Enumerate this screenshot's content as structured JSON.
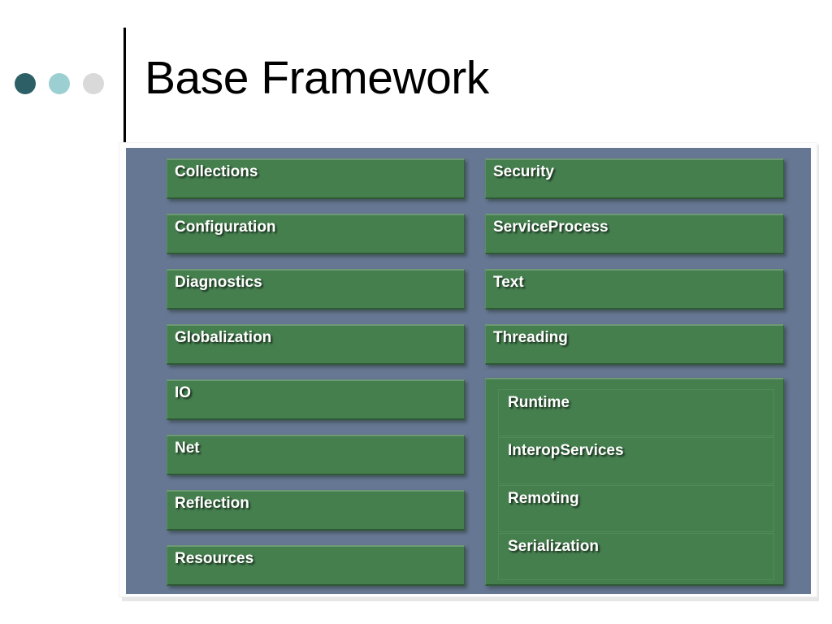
{
  "slide": {
    "title": "Base Framework",
    "background_color": "#ffffff"
  },
  "header": {
    "dots": [
      {
        "name": "dot-dark-teal",
        "color": "#2d6066"
      },
      {
        "name": "dot-light-teal",
        "color": "#9ccfd2"
      },
      {
        "name": "dot-gray",
        "color": "#d9d9d9"
      }
    ],
    "rule_color": "#000000"
  },
  "diagram": {
    "panel_color": "#667794",
    "box_color": "#457f4e",
    "label_color": "#ffffff",
    "left_column": [
      {
        "label": "Collections"
      },
      {
        "label": "Configuration"
      },
      {
        "label": "Diagnostics"
      },
      {
        "label": "Globalization"
      },
      {
        "label": "IO"
      },
      {
        "label": "Net"
      },
      {
        "label": "Reflection"
      },
      {
        "label": "Resources"
      }
    ],
    "right_column": [
      {
        "label": "Security"
      },
      {
        "label": "ServiceProcess"
      },
      {
        "label": "Text"
      },
      {
        "label": "Threading"
      }
    ],
    "runtime_group": {
      "items": [
        {
          "label": "Runtime"
        },
        {
          "label": "InteropServices"
        },
        {
          "label": "Remoting"
        },
        {
          "label": "Serialization"
        }
      ]
    }
  }
}
